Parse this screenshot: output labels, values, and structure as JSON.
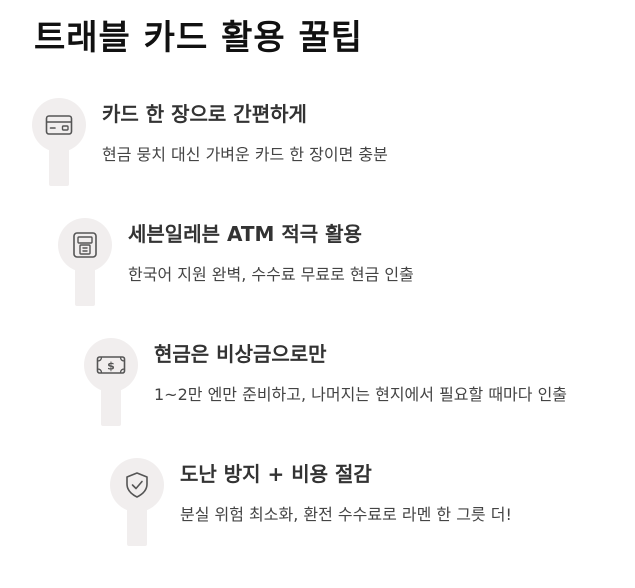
{
  "title": "트래블 카드 활용 꿀팁",
  "tips": [
    {
      "icon": "credit-card-icon",
      "title": "카드 한 장으로 간편하게",
      "description": "현금 뭉치 대신 가벼운 카드 한 장이면 충분"
    },
    {
      "icon": "atm-icon",
      "title": "세븐일레븐 ATM 적극 활용",
      "description": "한국어 지원 완벽, 수수료 무료로 현금 인출"
    },
    {
      "icon": "cash-icon",
      "title": "현금은 비상금으로만",
      "description": "1~2만 엔만 준비하고, 나머지는 현지에서 필요할 때마다 인출"
    },
    {
      "icon": "shield-check-icon",
      "title": "도난 방지 + 비용 절감",
      "description": "분실 위험 최소화, 환전 수수료로 라멘 한 그릇 더!"
    }
  ]
}
